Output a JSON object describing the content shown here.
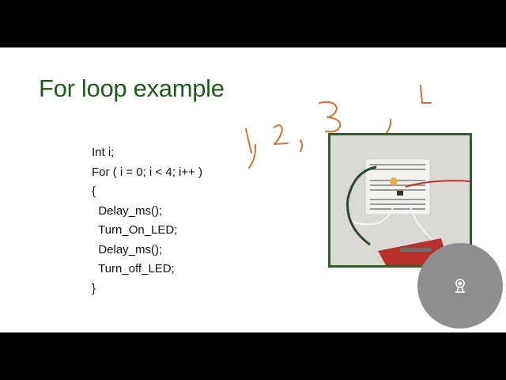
{
  "slide": {
    "title": "For loop example",
    "code_lines": [
      "Int i;",
      "For ( i = 0; i < 4; i++ )",
      "{",
      "  Delay_ms();",
      "  Turn_On_LED;",
      "  Delay_ms();",
      "  Turn_off_LED;",
      "}"
    ]
  },
  "colors": {
    "title": "#1f5c1c",
    "photo_border": "#2f5e2b",
    "camera_bubble": "#8e8e8e"
  },
  "icons": {
    "camera": "webcam-icon"
  }
}
